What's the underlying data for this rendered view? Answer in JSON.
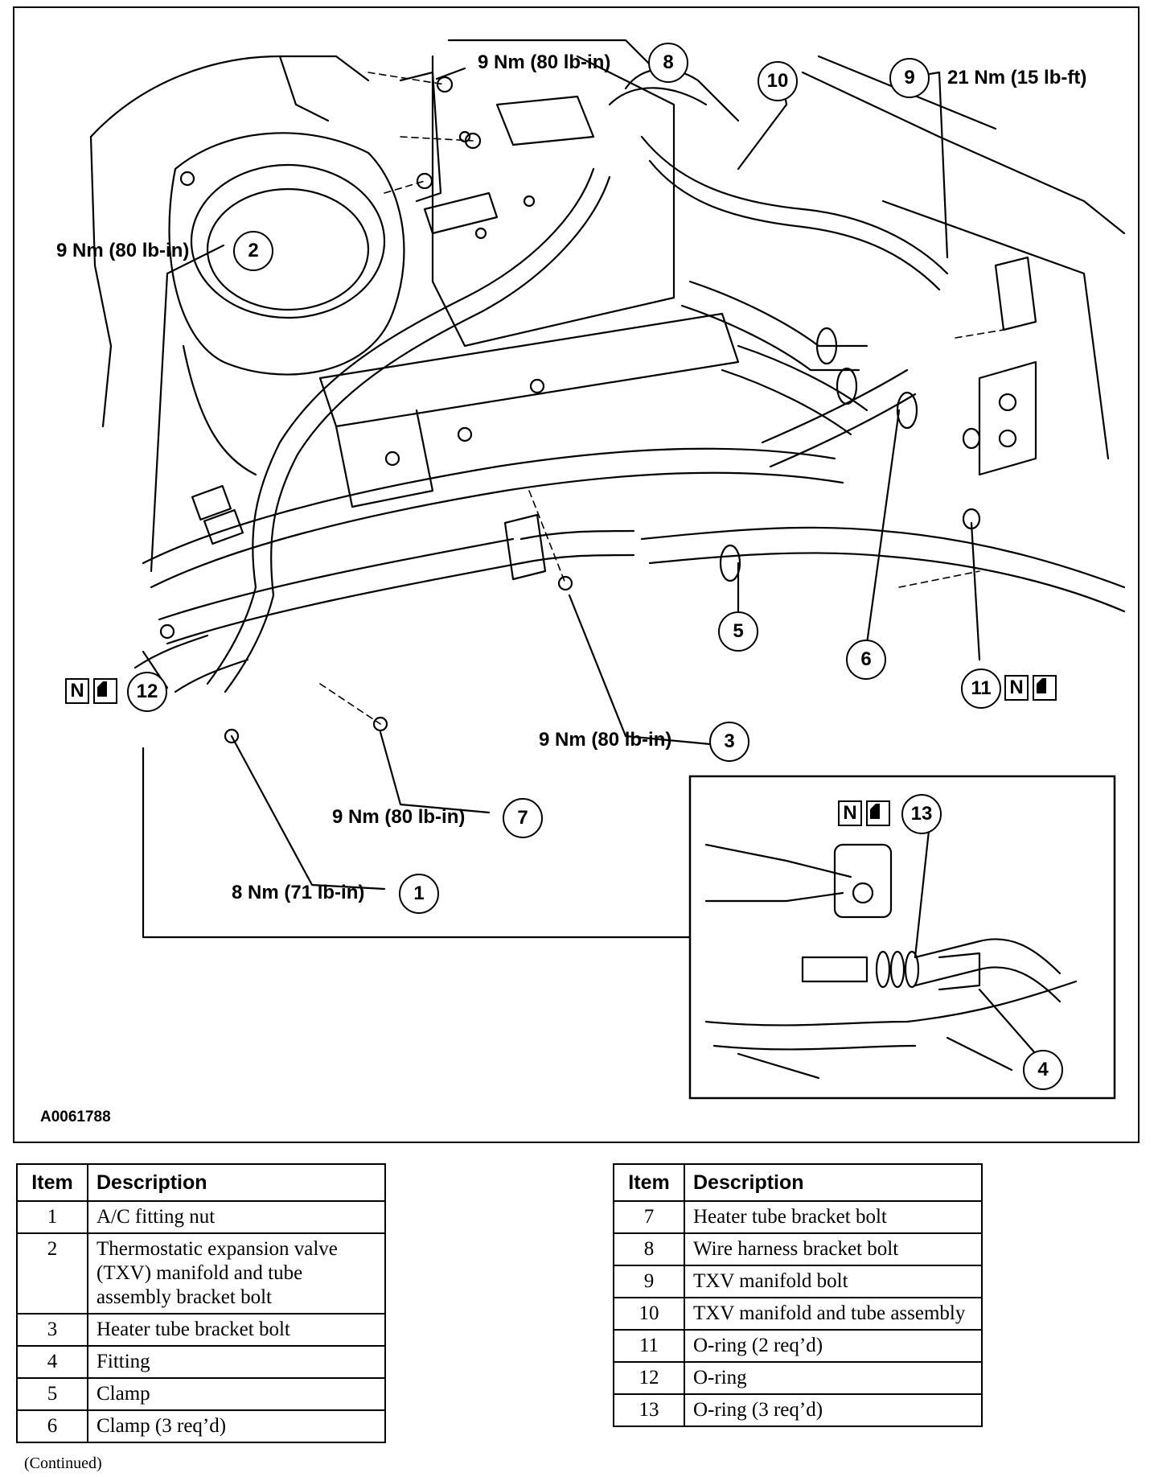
{
  "figure": {
    "id": "A0061788",
    "callouts": [
      {
        "num": "8",
        "torque": "9 Nm (80 lb-in)"
      },
      {
        "num": "9",
        "torque": "21 Nm (15 lb-ft)"
      },
      {
        "num": "2",
        "torque": "9 Nm (80 lb-in)"
      },
      {
        "num": "3",
        "torque": "9 Nm (80 lb-in)"
      },
      {
        "num": "7",
        "torque": "9 Nm (80 lb-in)"
      },
      {
        "num": "1",
        "torque": "8 Nm (71 lb-in)"
      }
    ],
    "plain_callouts": [
      "10",
      "5",
      "6",
      "11",
      "12",
      "13",
      "4"
    ],
    "new_part_symbol": "N"
  },
  "legend": {
    "header_item": "Item",
    "header_description": "Description",
    "left": [
      {
        "item": "1",
        "desc": "A/C fitting nut"
      },
      {
        "item": "2",
        "desc": "Thermostatic expansion valve (TXV) manifold and tube assembly bracket bolt"
      },
      {
        "item": "3",
        "desc": "Heater tube bracket bolt"
      },
      {
        "item": "4",
        "desc": "Fitting"
      },
      {
        "item": "5",
        "desc": "Clamp"
      },
      {
        "item": "6",
        "desc": "Clamp (3 req’d)"
      }
    ],
    "right": [
      {
        "item": "7",
        "desc": "Heater tube bracket bolt"
      },
      {
        "item": "8",
        "desc": "Wire harness bracket bolt"
      },
      {
        "item": "9",
        "desc": "TXV manifold bolt"
      },
      {
        "item": "10",
        "desc": "TXV manifold and tube assembly"
      },
      {
        "item": "11",
        "desc": "O-ring (2 req’d)"
      },
      {
        "item": "12",
        "desc": "O-ring"
      },
      {
        "item": "13",
        "desc": "O-ring (3 req’d)"
      }
    ]
  },
  "footer": {
    "continued": "(Continued)"
  }
}
